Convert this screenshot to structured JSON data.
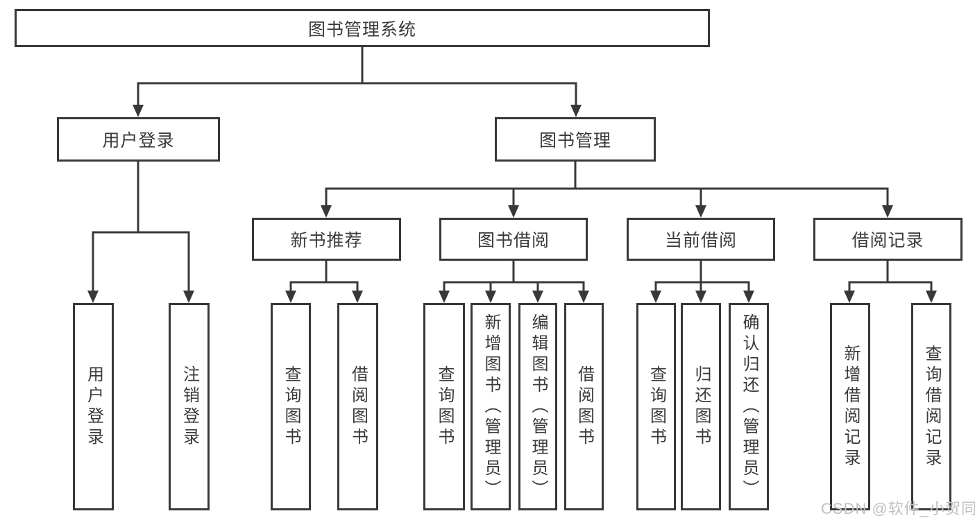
{
  "tree": {
    "root": "图书管理系统",
    "branches": [
      {
        "label": "用户登录",
        "leaves": [
          "用户登录",
          "注销登录"
        ]
      },
      {
        "label": "图书管理",
        "groups": [
          {
            "label": "新书推荐",
            "leaves": [
              "查询图书",
              "借阅图书"
            ]
          },
          {
            "label": "图书借阅",
            "leaves": [
              "查询图书",
              "新增图书（管理员）",
              "编辑图书（管理员）",
              "借阅图书"
            ]
          },
          {
            "label": "当前借阅",
            "leaves": [
              "查询图书",
              "归还图书",
              "确认归还（管理员）"
            ]
          },
          {
            "label": "借阅记录",
            "leaves": [
              "新增借阅记录",
              "查询借阅记录"
            ]
          }
        ]
      }
    ]
  },
  "watermark": {
    "text": "CSDN @软件_小贺同学"
  },
  "colors": {
    "line": "#383838",
    "text": "#3a3a3a",
    "box_background": "#ffffff",
    "watermark_text": "#c2c1c1",
    "background": "#ffffff"
  }
}
